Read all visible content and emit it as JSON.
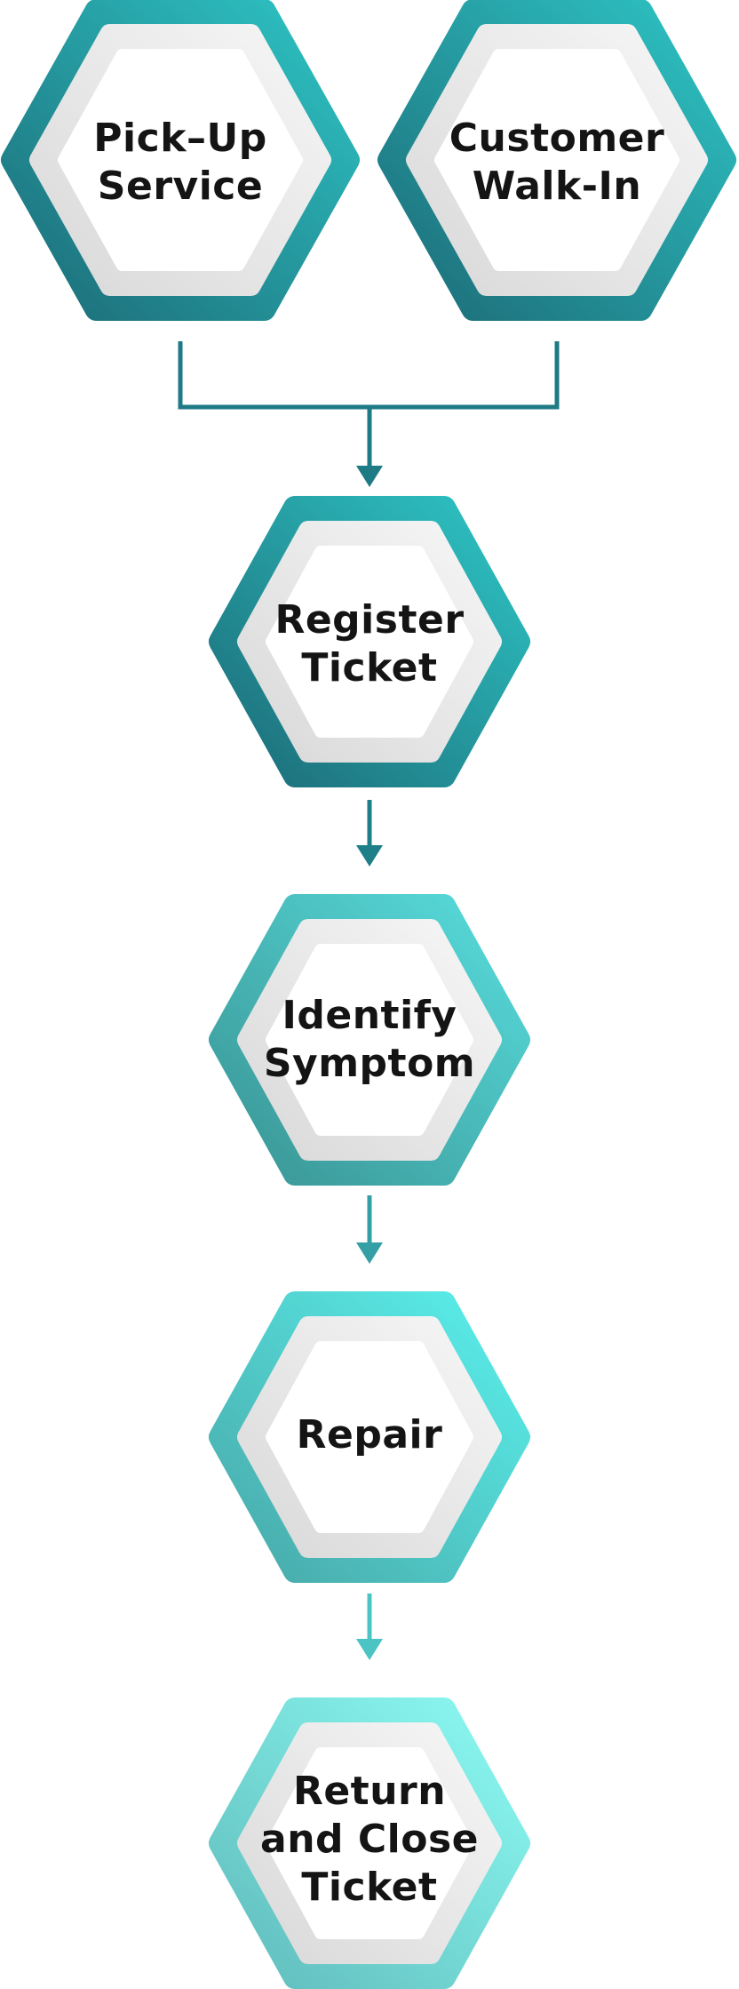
{
  "colors": {
    "background": "#ffffff",
    "connector": "#1e7a85",
    "label_text": "#141414",
    "inner_fill_light": "#f6f6f6",
    "inner_fill_dark": "#d9d9d9"
  },
  "nodes": [
    {
      "id": "pick-up-service",
      "label_lines": [
        "Pick–Up",
        "Service"
      ],
      "gradient": [
        "#1c6c78",
        "#2ec4c4"
      ]
    },
    {
      "id": "customer-walk-in",
      "label_lines": [
        "Customer",
        "Walk-In"
      ],
      "gradient": [
        "#1c6c78",
        "#2ec4c4"
      ]
    },
    {
      "id": "register-ticket",
      "label_lines": [
        "Register",
        "Ticket"
      ],
      "gradient": [
        "#1c6c78",
        "#2ec4c4"
      ]
    },
    {
      "id": "identify-symptom",
      "label_lines": [
        "Identify",
        "Symptom"
      ],
      "gradient": [
        "#3a9494",
        "#58dcdc"
      ]
    },
    {
      "id": "repair",
      "label_lines": [
        "Repair"
      ],
      "gradient": [
        "#48a8a8",
        "#5af0ec"
      ]
    },
    {
      "id": "return-close-ticket",
      "label_lines": [
        "Return",
        "and Close",
        "Ticket"
      ],
      "gradient": [
        "#60bcbc",
        "#8cfaf2"
      ]
    }
  ]
}
